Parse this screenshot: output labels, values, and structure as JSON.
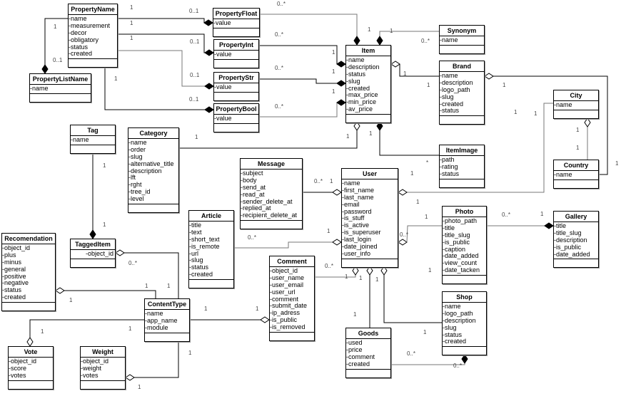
{
  "classes": [
    {
      "name": "PropertyName",
      "attributes": [
        "-name",
        "-measurement",
        "-decor",
        "-obligatory",
        "-status",
        "-created"
      ]
    },
    {
      "name": "PropertyListName",
      "attributes": [
        "-name"
      ]
    },
    {
      "name": "PropertyFloat",
      "attributes": [
        "-value"
      ]
    },
    {
      "name": "PropertyInt",
      "attributes": [
        "-value"
      ]
    },
    {
      "name": "PropertyStr",
      "attributes": [
        "-value"
      ]
    },
    {
      "name": "PropertyBool",
      "attributes": [
        "-value"
      ]
    },
    {
      "name": "Item",
      "attributes": [
        "-name",
        "-description",
        "-status",
        "-slug",
        "-created",
        "-max_price",
        "-min_price",
        "-av_price"
      ]
    },
    {
      "name": "Synonym",
      "attributes": [
        "-name"
      ]
    },
    {
      "name": "Brand",
      "attributes": [
        "-name",
        "-description",
        "-logo_path",
        "-slug",
        "-created",
        "-status"
      ]
    },
    {
      "name": "City",
      "attributes": [
        "-name"
      ]
    },
    {
      "name": "Country",
      "attributes": [
        "-name"
      ]
    },
    {
      "name": "ItemImage",
      "attributes": [
        "-path",
        "-rating",
        "-status"
      ]
    },
    {
      "name": "Tag",
      "attributes": [
        "-name"
      ]
    },
    {
      "name": "Category",
      "attributes": [
        "-name",
        "-order",
        "-slug",
        "-alternative_title",
        "-description",
        "-lft",
        "-rght",
        "-tree_id",
        "-level"
      ]
    },
    {
      "name": "Message",
      "attributes": [
        "-subject",
        "-body",
        "-send_at",
        "-read_at",
        "-sender_delete_at",
        "-replied_at",
        "-recipient_delete_at"
      ]
    },
    {
      "name": "Article",
      "attributes": [
        "-title",
        "-text",
        "-short_text",
        "-is_remote",
        "-url",
        "-slug",
        "-status",
        "-created"
      ]
    },
    {
      "name": "Recomendation",
      "attributes": [
        "-object_id",
        "-plus",
        "-minus",
        "-general",
        "-positive",
        "-negative",
        "-status",
        "-created"
      ]
    },
    {
      "name": "TaggedItem",
      "attributes": [
        "-object_id"
      ]
    },
    {
      "name": "User",
      "attributes": [
        "-name",
        "-first_name",
        "-last_name",
        "-email",
        "-password",
        "-is_stuff",
        "-is_active",
        "-is_superuser",
        "-last_login",
        "-date_joined",
        "-user_info"
      ]
    },
    {
      "name": "Photo",
      "attributes": [
        "-photo_path",
        "-title",
        "-title_slug",
        "-is_public",
        "-caption",
        "-date_added",
        "-view_count",
        "-date_tacken"
      ]
    },
    {
      "name": "Gallery",
      "attributes": [
        "-title",
        "-title_slug",
        "-description",
        "-is_public",
        "-date_added"
      ]
    },
    {
      "name": "Comment",
      "attributes": [
        "-object_id",
        "-user_name",
        "-user_email",
        "-user_url",
        "-comment",
        "-submit_date",
        "-ip_adress",
        "-is_public",
        "-is_removed"
      ]
    },
    {
      "name": "ContentType",
      "attributes": [
        "-name",
        "-app_name",
        "-module"
      ]
    },
    {
      "name": "Vote",
      "attributes": [
        "-object_id",
        "-score",
        "-votes"
      ]
    },
    {
      "name": "Weight",
      "attributes": [
        "-object_id",
        "-weight",
        "-votes"
      ]
    },
    {
      "name": "Goods",
      "attributes": [
        "-used",
        "-price",
        "-comment",
        "-created"
      ]
    },
    {
      "name": "Shop",
      "attributes": [
        "-name",
        "-logo_path",
        "-description",
        "-slug",
        "-status",
        "-created"
      ]
    }
  ],
  "multiplicities": [
    "1",
    "0..1",
    "1",
    "0..1",
    "1",
    "0..1",
    "1",
    "0..1",
    "1",
    "0..1",
    "0..*",
    "1",
    "0..*",
    "1",
    "0..*",
    "1",
    "0..*",
    "1",
    "1",
    "0..*",
    "1",
    "1",
    "1",
    "1",
    "1",
    "1",
    "1",
    "1",
    "1",
    "*",
    "1",
    "1",
    "1",
    "1",
    "0..*",
    "1",
    "0..*",
    "1",
    "0..*",
    "1",
    "1",
    "1",
    "1",
    "0..*",
    "0..*",
    "0..*",
    "1",
    "1",
    "0..*",
    "1",
    "0..*",
    "1",
    "1",
    "1",
    "1",
    "1",
    "1",
    "1",
    "1",
    "1",
    "1",
    "1",
    "1"
  ]
}
